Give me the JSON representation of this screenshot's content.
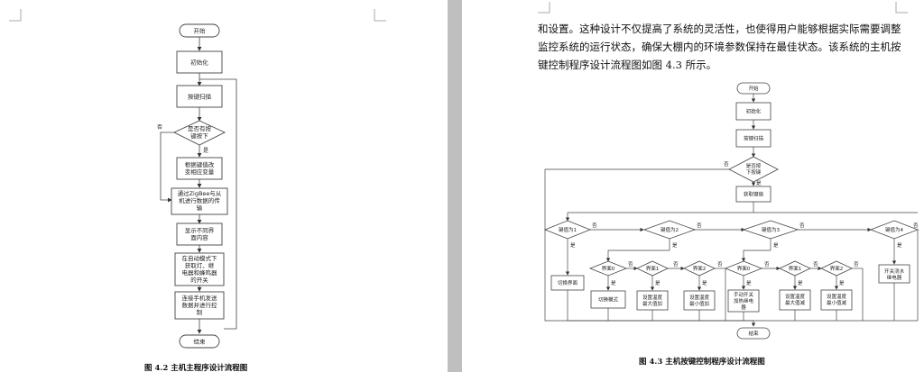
{
  "left_page": {
    "flowchart": {
      "start": "开始",
      "init": "初始化",
      "scan": "按键扫描",
      "decision_lines": [
        "是否有按",
        "键按下"
      ],
      "yes": "是",
      "no": "否",
      "step1_lines": [
        "根据键值改",
        "变相应变量"
      ],
      "step2_lines": [
        "通过ZigBee与从",
        "机进行数据的传",
        "输"
      ],
      "step3_lines": [
        "显示不同界",
        "面内容"
      ],
      "step4_lines": [
        "在自动模式下",
        "获取灯、继",
        "电器和蜂鸣器",
        "的开关"
      ],
      "step5_lines": [
        "连接手机发送",
        "数据并进行控",
        "制"
      ],
      "end": "结束"
    },
    "caption": "图 4.2  主机主程序设计流程图"
  },
  "right_page": {
    "paragraph_lines": [
      "和设置。这种设计不仅提高了系统的灵活性，也使得用户能够根据实际需要调整",
      "监控系统的运行状态，确保大棚内的环境参数保持在最佳状态。该系统的主机按",
      "键控制程序设计流程图如图 4.3 所示。"
    ],
    "flowchart": {
      "start": "开始",
      "init": "初始化",
      "scan": "按键扫描",
      "decision_lines": [
        "是否按",
        "下按键"
      ],
      "get_key": "获取键值",
      "key1": "键值为1",
      "key2": "键值为2",
      "key3": "键值为3",
      "key4": "键值为4",
      "if0": "界面0",
      "if1": "界面1",
      "if2": "界面2",
      "switch_ui": "切换界面",
      "switch_mode": "切换模式",
      "temp_max_up_lines": [
        "设置温度",
        "最大值加"
      ],
      "temp_min_up_lines": [
        "设置温度",
        "最小值加"
      ],
      "manual_lines": [
        "手动开关",
        "加热继电",
        "器"
      ],
      "temp_max_down_lines": [
        "设置温度",
        "最大值减"
      ],
      "temp_min_down_lines": [
        "设置温度",
        "最小值减"
      ],
      "pump_lines": [
        "开关浇水",
        "继电器"
      ],
      "yes": "是",
      "no": "否",
      "end": "结束"
    },
    "caption": "图 4.3  主机按键控制程序设计流程图"
  }
}
